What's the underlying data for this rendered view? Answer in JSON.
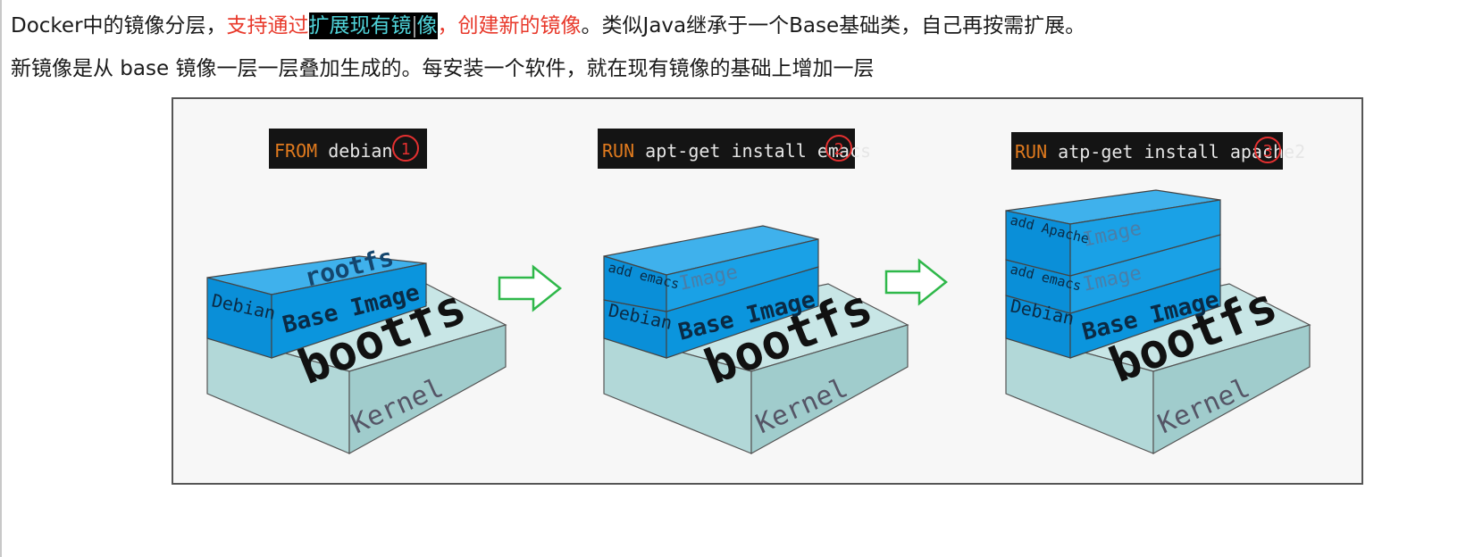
{
  "text": {
    "p1_a": "Docker中的镜像分层，",
    "p1_red1": "支持通过",
    "p1_sel_a": "扩展现有镜",
    "p1_sel_b": "像",
    "p1_red2": "，创建新的镜像",
    "p1_b": "。类似Java继承于一个Base基础类，自己再按需扩展。",
    "p2": "新镜像是从 base 镜像一层一层叠加生成的。每安装一个软件，就在现有镜像的基础上增加一层"
  },
  "diagram": {
    "steps": [
      {
        "kw": "FROM",
        "cmd": " debian",
        "num": "1"
      },
      {
        "kw": "RUN",
        "cmd": " apt-get install emacs",
        "num": "2"
      },
      {
        "kw": "RUN",
        "cmd": " atp-get install apache2",
        "num": "3"
      }
    ],
    "labels": {
      "kernel": "Kernel",
      "bootfs": "bootfs",
      "rootfs": "rootfs",
      "debian": "Debian",
      "base_image": "Base Image",
      "image": "Image",
      "add_emacs": "add emacs",
      "add_apache": "add Apache"
    },
    "colors": {
      "cmd_bg": "#141414",
      "cmd_kw": "#e07a1e",
      "cmd_text": "#e6e6e6",
      "num": "#e53030",
      "kernel_top": "#c8e6e6",
      "kernel_side": "#a8d0d0",
      "blue_front": "#0a8fd8",
      "blue_top": "#3fb1ec",
      "blue_side": "#0978bb",
      "arrow": "#2fb84a"
    }
  }
}
